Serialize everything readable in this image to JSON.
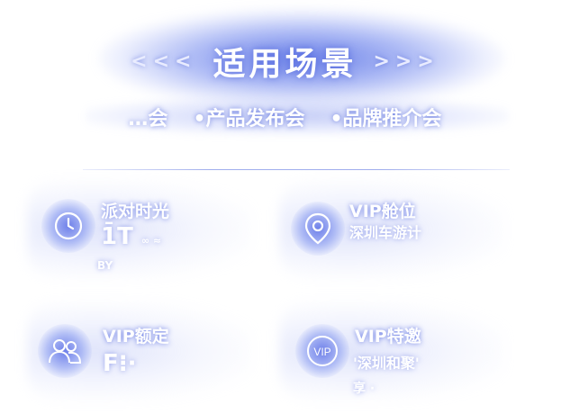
{
  "header": {
    "title": "适用场景",
    "left_chevrons": "<<<",
    "right_chevrons": ">>>"
  },
  "tags": [
    "…会",
    "•产品发布会",
    "•品牌推介会"
  ],
  "cards": [
    {
      "icon": "clock-icon",
      "title": "派对时光",
      "value": "1̄T",
      "value_suffix": "∞ ≈",
      "note": "BY"
    },
    {
      "icon": "location-pin-icon",
      "title": "VIP舱位",
      "body": "深圳车游计"
    },
    {
      "icon": "users-icon",
      "title": "VIP额定",
      "body": "F⁝·"
    },
    {
      "icon": "vip-icon",
      "icon_text": "VIP",
      "title": "VIP特邀",
      "body": "'深圳和聚'",
      "note": "享 ·"
    }
  ],
  "colors": {
    "glow": "#6f86e6",
    "text": "#ffffff"
  }
}
